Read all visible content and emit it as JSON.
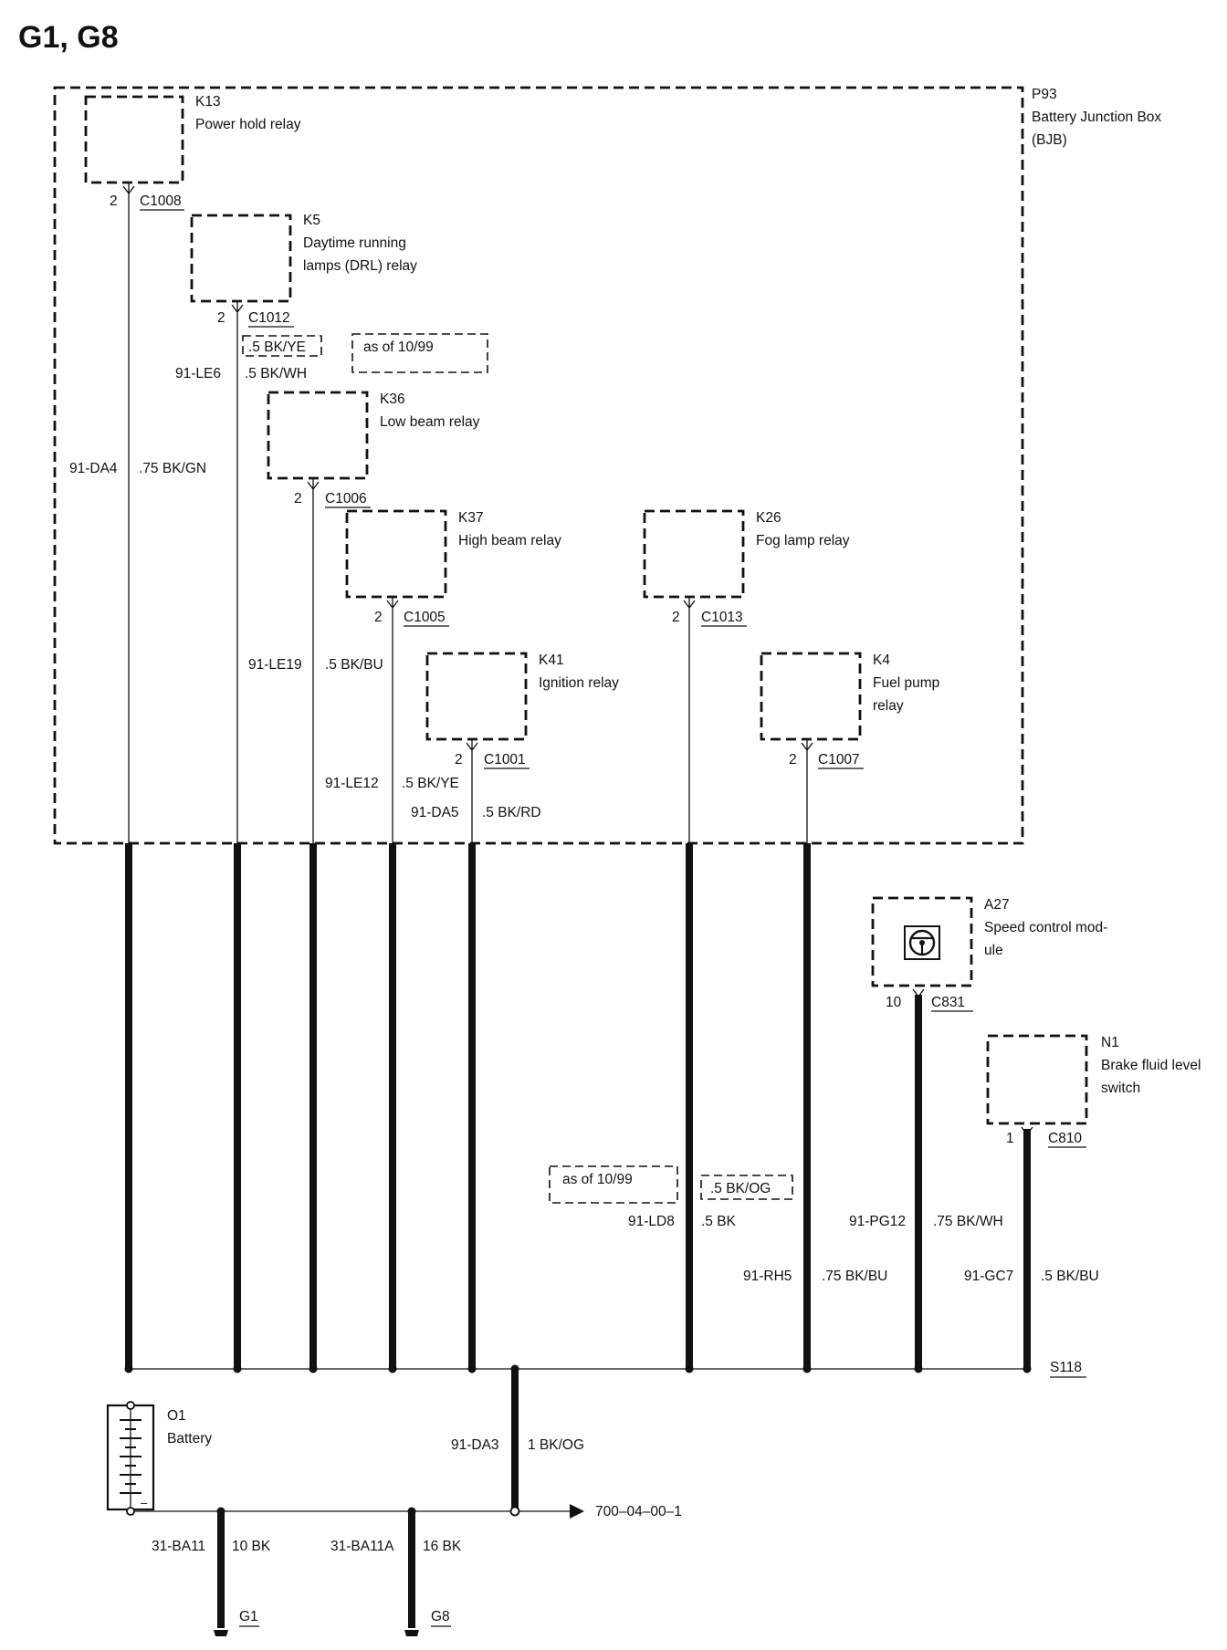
{
  "title": "G1, G8",
  "bjb": {
    "id": "P93",
    "name": "Battery Junction Box",
    "abbr": "(BJB)"
  },
  "components": {
    "k13": {
      "id": "K13",
      "name": "Power hold relay",
      "pin": "2",
      "connector": "C1008"
    },
    "k5": {
      "id": "K5",
      "name1": "Daytime running",
      "name2": "lamps (DRL) relay",
      "pin": "2",
      "connector": "C1012"
    },
    "k36": {
      "id": "K36",
      "name": "Low beam relay",
      "pin": "2",
      "connector": "C1006"
    },
    "k37": {
      "id": "K37",
      "name": "High beam relay",
      "pin": "2",
      "connector": "C1005"
    },
    "k26": {
      "id": "K26",
      "name": "Fog lamp relay",
      "pin": "2",
      "connector": "C1013"
    },
    "k41": {
      "id": "K41",
      "name": "Ignition relay",
      "pin": "2",
      "connector": "C1001"
    },
    "k4": {
      "id": "K4",
      "name1": "Fuel pump",
      "name2": "relay",
      "pin": "2",
      "connector": "C1007"
    },
    "a27": {
      "id": "A27",
      "name1": "Speed control mod-",
      "name2": "ule",
      "pin": "10",
      "connector": "C831"
    },
    "n1": {
      "id": "N1",
      "name1": "Brake fluid level",
      "name2": "switch",
      "pin": "1",
      "connector": "C810"
    },
    "o1": {
      "id": "O1",
      "name": "Battery"
    }
  },
  "wires": {
    "da4": {
      "circuit": "91-DA4",
      "spec": ".75 BK/GN"
    },
    "le6": {
      "circuit": "91-LE6",
      "spec": ".5 BK/WH",
      "alt_spec": ".5 BK/YE",
      "alt_note": "as of 10/99"
    },
    "le19": {
      "circuit": "91-LE19",
      "spec": ".5 BK/BU"
    },
    "le12": {
      "circuit": "91-LE12",
      "spec": ".5 BK/YE"
    },
    "da5": {
      "circuit": "91-DA5",
      "spec": ".5 BK/RD"
    },
    "ld8": {
      "circuit": "91-LD8",
      "spec": ".5 BK",
      "alt_spec": ".5 BK/OG",
      "alt_note": "as of 10/99"
    },
    "rh5": {
      "circuit": "91-RH5",
      "spec": ".75 BK/BU"
    },
    "pg12": {
      "circuit": "91-PG12",
      "spec": ".75 BK/WH"
    },
    "gc7": {
      "circuit": "91-GC7",
      "spec": ".5 BK/BU"
    },
    "da3": {
      "circuit": "91-DA3",
      "spec": "1 BK/OG"
    },
    "ba11": {
      "circuit": "31-BA11",
      "spec": "10 BK"
    },
    "ba11a": {
      "circuit": "31-BA11A",
      "spec": "16 BK"
    }
  },
  "splice": "S118",
  "reference": "700–04–00–1",
  "grounds": {
    "g1": "G1",
    "g8": "G8"
  }
}
